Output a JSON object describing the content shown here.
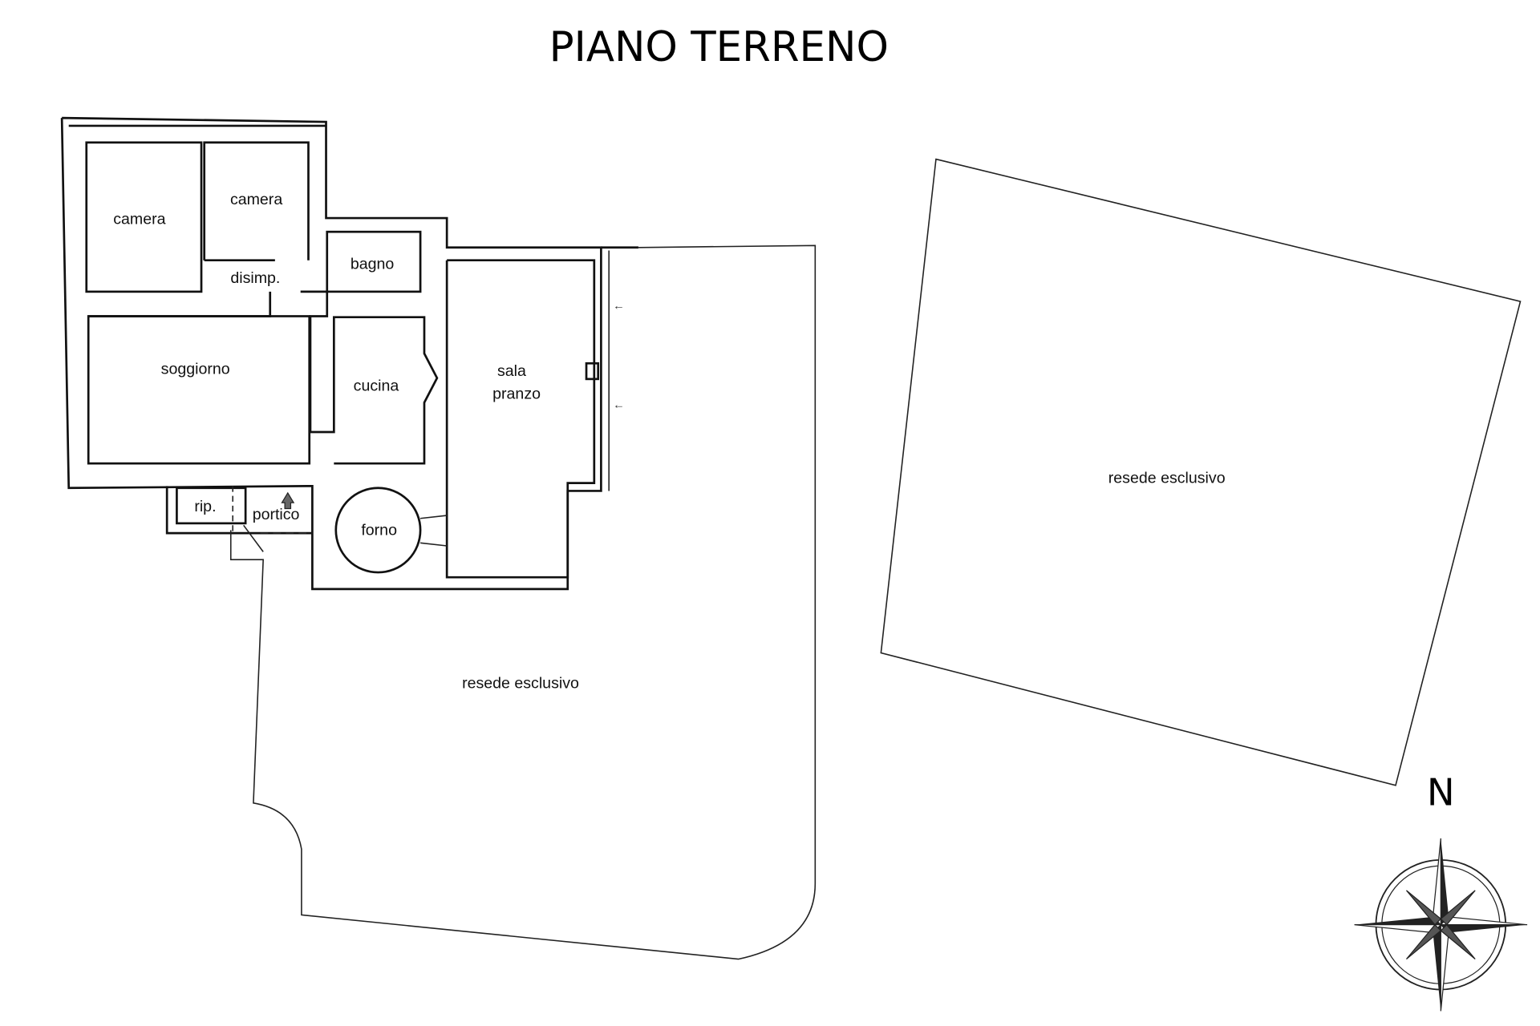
{
  "title": "PIANO TERRENO",
  "rooms": {
    "camera_1": "camera",
    "camera_2": "camera",
    "disimpegno": "disimp.",
    "bagno": "bagno",
    "soggiorno": "soggiorno",
    "cucina": "cucina",
    "sala_1": "sala",
    "sala_2": "pranzo",
    "ripostiglio": "rip.",
    "portico": "portico",
    "forno": "forno"
  },
  "outdoor": {
    "resede_1": "resede esclusivo",
    "resede_2": "resede esclusivo"
  },
  "compass": {
    "north_label": "N"
  }
}
